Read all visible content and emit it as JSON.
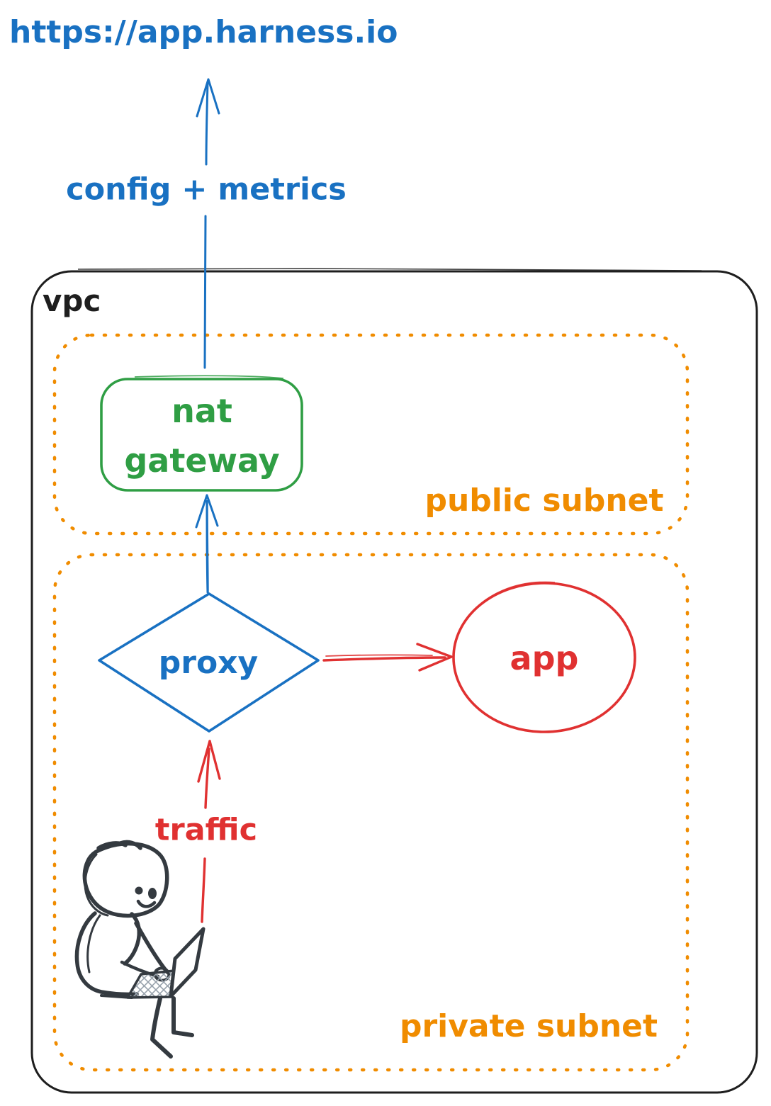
{
  "diagram": {
    "title_url": "https://app.harness.io",
    "arrows": {
      "config_metrics_label": "config + metrics",
      "traffic_label": "traffic"
    },
    "vpc": {
      "label": "vpc",
      "public_subnet": {
        "label": "public subnet",
        "nat_gateway": {
          "line1": "nat",
          "line2": "gateway"
        }
      },
      "private_subnet": {
        "label": "private subnet",
        "proxy": {
          "label": "proxy"
        },
        "app": {
          "label": "app"
        }
      }
    },
    "colors": {
      "blue": "#1971c2",
      "green": "#2f9e44",
      "orange": "#f08c00",
      "red": "#e03131",
      "ink": "#1e1e1e",
      "figure": "#343a40",
      "hatch": "#98a2ac"
    }
  }
}
